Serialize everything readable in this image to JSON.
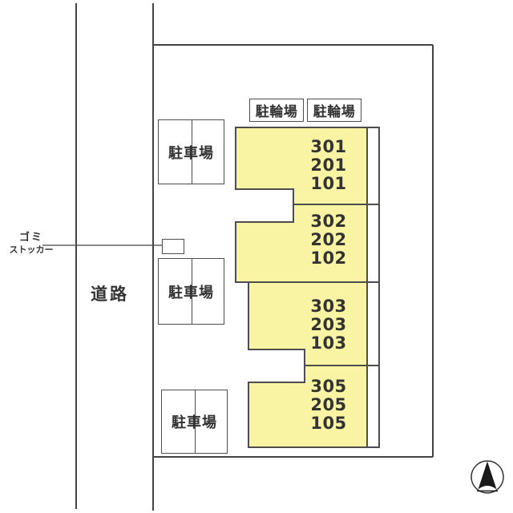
{
  "colors": {
    "building_fill": "#F8F4A3",
    "outline": "#4a4a4a",
    "text": "#333333"
  },
  "road": {
    "label": "道路"
  },
  "garbage_storage": {
    "label_line1": "ゴミ",
    "label_line2": "ストッカー"
  },
  "bicycle_parking": {
    "labels": [
      "駐輪場",
      "駐輪場"
    ]
  },
  "car_parking": {
    "labels": [
      "駐車場",
      "駐車場",
      "駐車場"
    ]
  },
  "building": {
    "units": [
      {
        "rooms": [
          "301",
          "201",
          "101"
        ]
      },
      {
        "rooms": [
          "302",
          "202",
          "102"
        ]
      },
      {
        "rooms": [
          "303",
          "203",
          "103"
        ]
      },
      {
        "rooms": [
          "305",
          "205",
          "105"
        ]
      }
    ]
  },
  "compass": {
    "icon": "north-arrow"
  }
}
